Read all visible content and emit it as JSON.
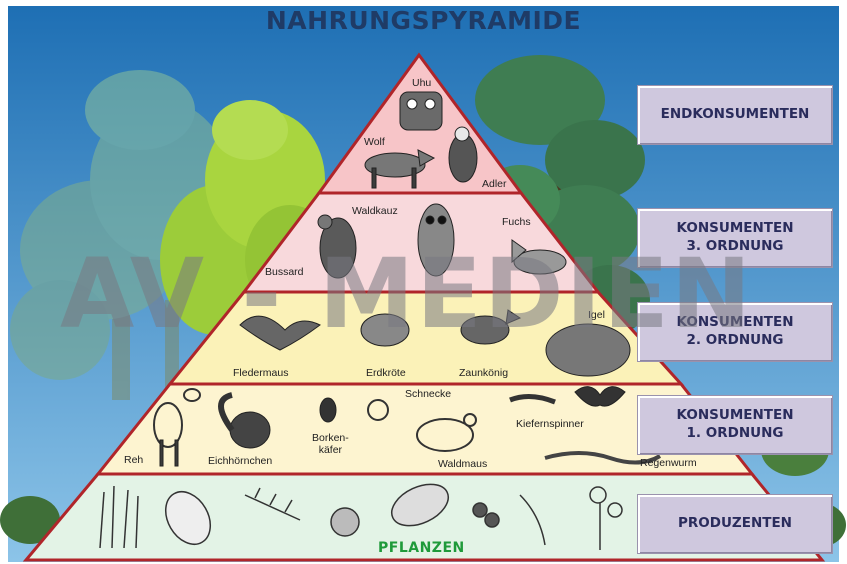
{
  "title": "NAHRUNGSPYRAMIDE",
  "watermark": "AV - MEDIEN",
  "colors": {
    "sky_top": "#1e6fb4",
    "sky_bottom": "#8cc4e8",
    "tier_end": "#f7c5c8",
    "tier_k3": "#f8d9dc",
    "tier_k2": "#fbf2b8",
    "tier_k1": "#fdf4d0",
    "tier_prod": "#e3f3e6",
    "outline": "#b0252a",
    "label_box": "#cfc8de",
    "label_text": "#2a2c5c"
  },
  "levels": [
    {
      "label": "ENDKONSUMENTEN"
    },
    {
      "label": "KONSUMENTEN\n3. ORDNUNG"
    },
    {
      "label": "KONSUMENTEN\n2. ORDNUNG"
    },
    {
      "label": "KONSUMENTEN\n1. ORDNUNG"
    },
    {
      "label": "PRODUZENTEN"
    }
  ],
  "animals": {
    "uhu": "Uhu",
    "wolf": "Wolf",
    "adler": "Adler",
    "waldkauz": "Waldkauz",
    "fuchs": "Fuchs",
    "bussard": "Bussard",
    "igel": "Igel",
    "fledermaus": "Fledermaus",
    "erdkroete": "Erdkröte",
    "zaunkoenig": "Zaunkönig",
    "schnecke": "Schnecke",
    "kiefernspinner": "Kiefernspinner",
    "reh": "Reh",
    "eichhoernchen": "Eichhörnchen",
    "borkenkaefer": "Borken-\nkäfer",
    "waldmaus": "Waldmaus",
    "regenwurm": "Regenwurm"
  },
  "plants_label": "PFLANZEN"
}
